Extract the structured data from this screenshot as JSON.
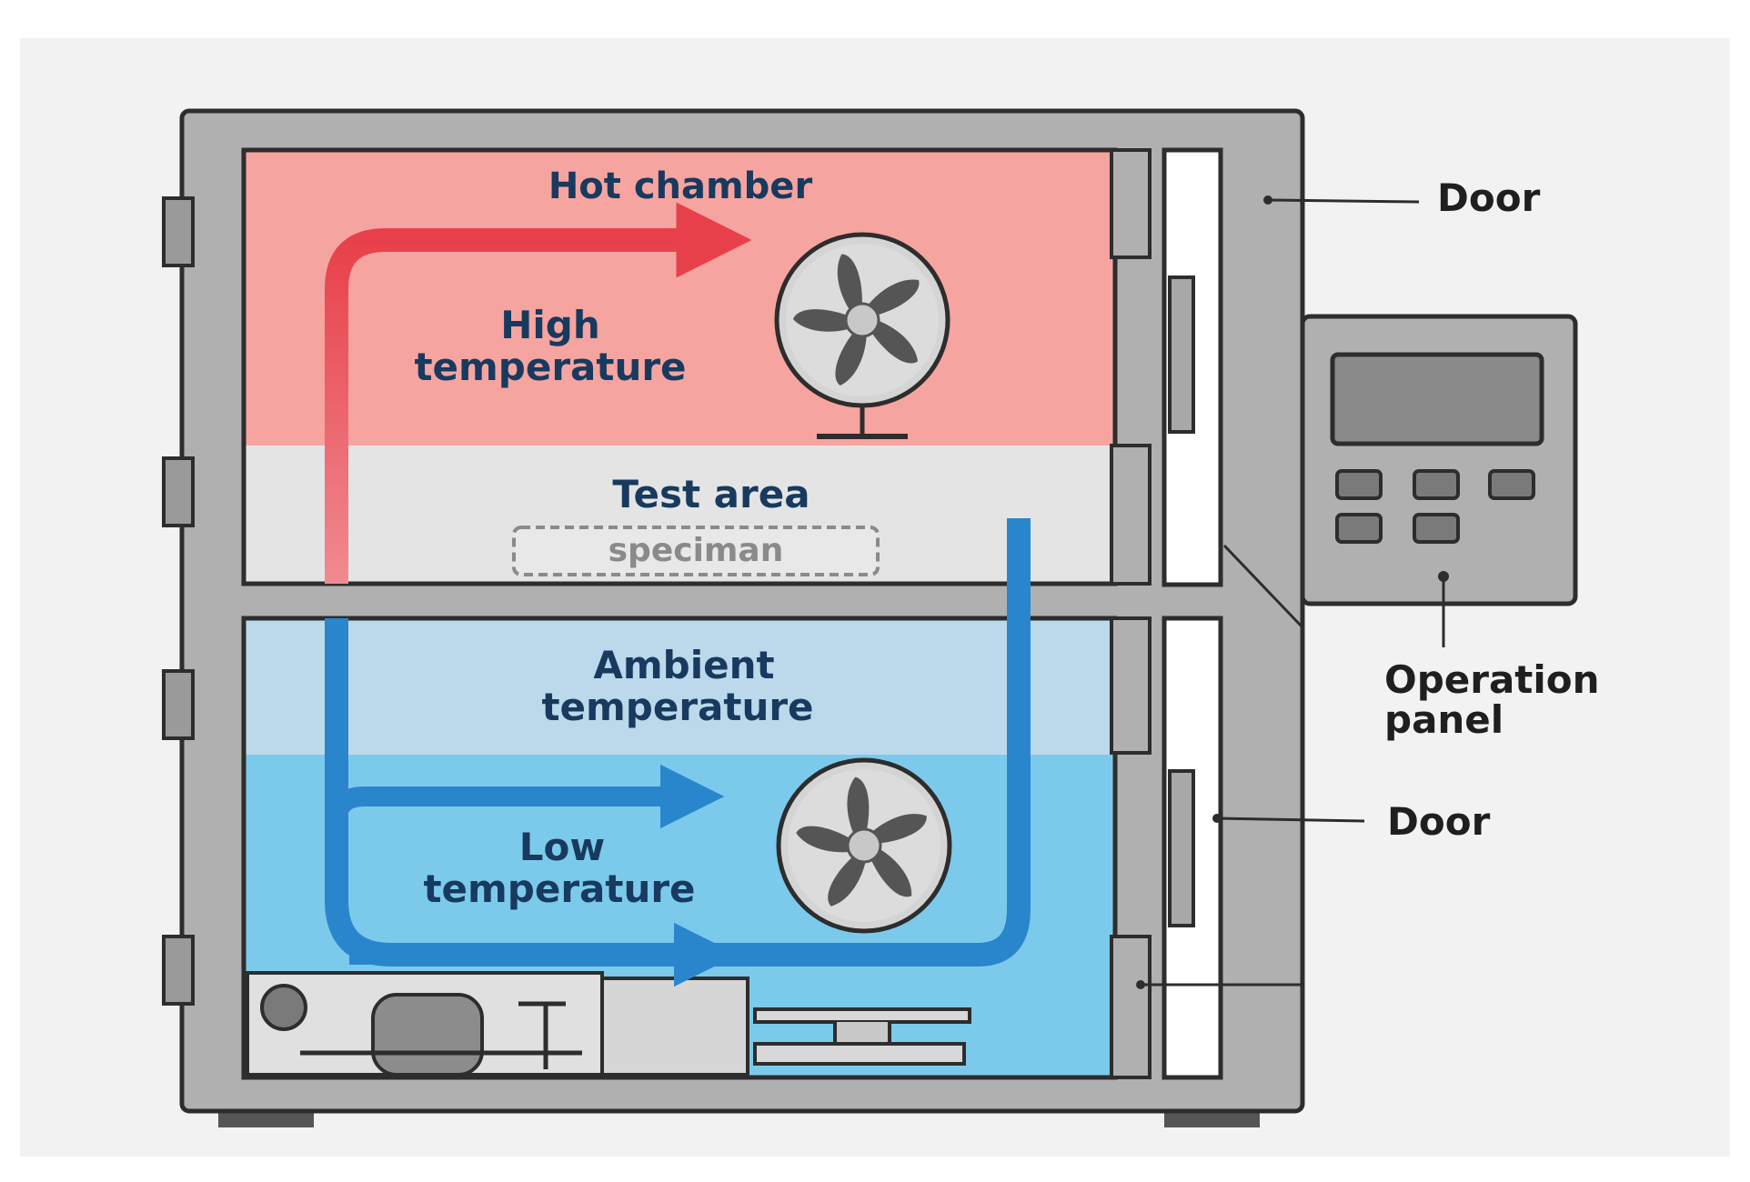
{
  "labels": {
    "hot_chamber": "Hot chamber",
    "high_temp_line1": "High",
    "high_temp_line2": "temperature",
    "test_area": "Test area",
    "speciman": "speciman",
    "ambient_line1": "Ambient",
    "ambient_line2": "temperature",
    "low_temp_line1": "Low",
    "low_temp_line2": "temperature"
  },
  "callouts": {
    "door_top": "Door",
    "operation_panel_line1": "Operation",
    "operation_panel_line2": "panel",
    "door_bottom": "Door"
  },
  "colors": {
    "hot_zone": "#f6a4a0",
    "test_zone": "#e4e4e4",
    "ambient_zone": "#bcd9ec",
    "cold_zone": "#7ccaeb",
    "hot_arrow": "#e8404a",
    "cold_arrow": "#2a86cc",
    "label_text": "#173a5e",
    "cabinet": "#b0b0b0"
  }
}
